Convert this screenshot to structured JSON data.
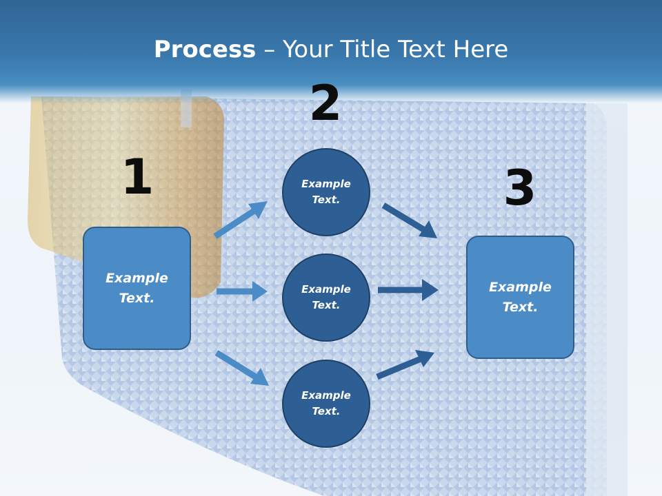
{
  "slide": {
    "title_bold": "Process",
    "title_rest": " – Your Title Text Here"
  },
  "steps": {
    "one": "1",
    "two": "2",
    "three": "3"
  },
  "nodes": {
    "left_box": "Example\nText.",
    "circle_top": "Example\nText.",
    "circle_middle": "Example\nText.",
    "circle_bottom": "Example\nText.",
    "right_box": "Example\nText."
  },
  "colors": {
    "header": "#3a79ad",
    "box_fill": "#4b8bc6",
    "circle_fill": "#2d5f95",
    "arrow_light": "#4b8bc6",
    "arrow_dark": "#2d5f95"
  }
}
